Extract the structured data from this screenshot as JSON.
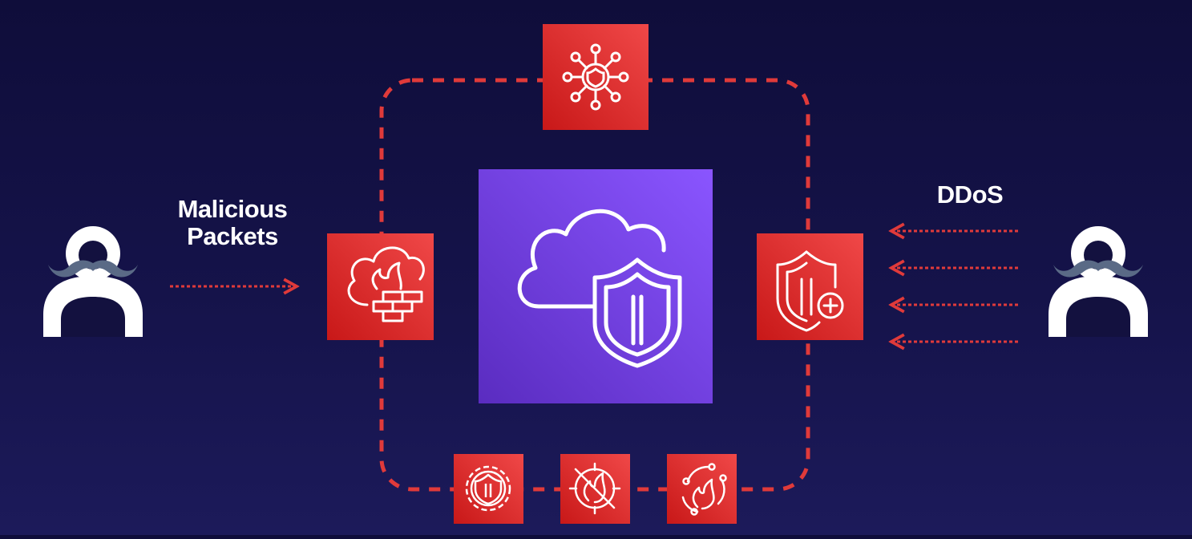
{
  "left_actor": {
    "icon": "attacker-icon",
    "label_line1": "Malicious",
    "label_line2": "Packets"
  },
  "right_actor": {
    "icon": "attacker-icon",
    "label": "DDoS"
  },
  "center": {
    "icon": "cloud-shield-icon",
    "color": "#7a46e8"
  },
  "nodes": {
    "top": "network-shield-icon",
    "left": "firewall-icon",
    "right": "shield-plus-icon",
    "bottom": [
      "shield-gear-icon",
      "no-fire-target-icon",
      "fire-cycle-icon"
    ]
  },
  "colors": {
    "background": "#13113f",
    "accent_red": "#e02b2b",
    "dashed_line": "#e03a3a",
    "purple": "#7a46e8",
    "actor": "#ffffff",
    "mustache": "#5a6a86"
  }
}
